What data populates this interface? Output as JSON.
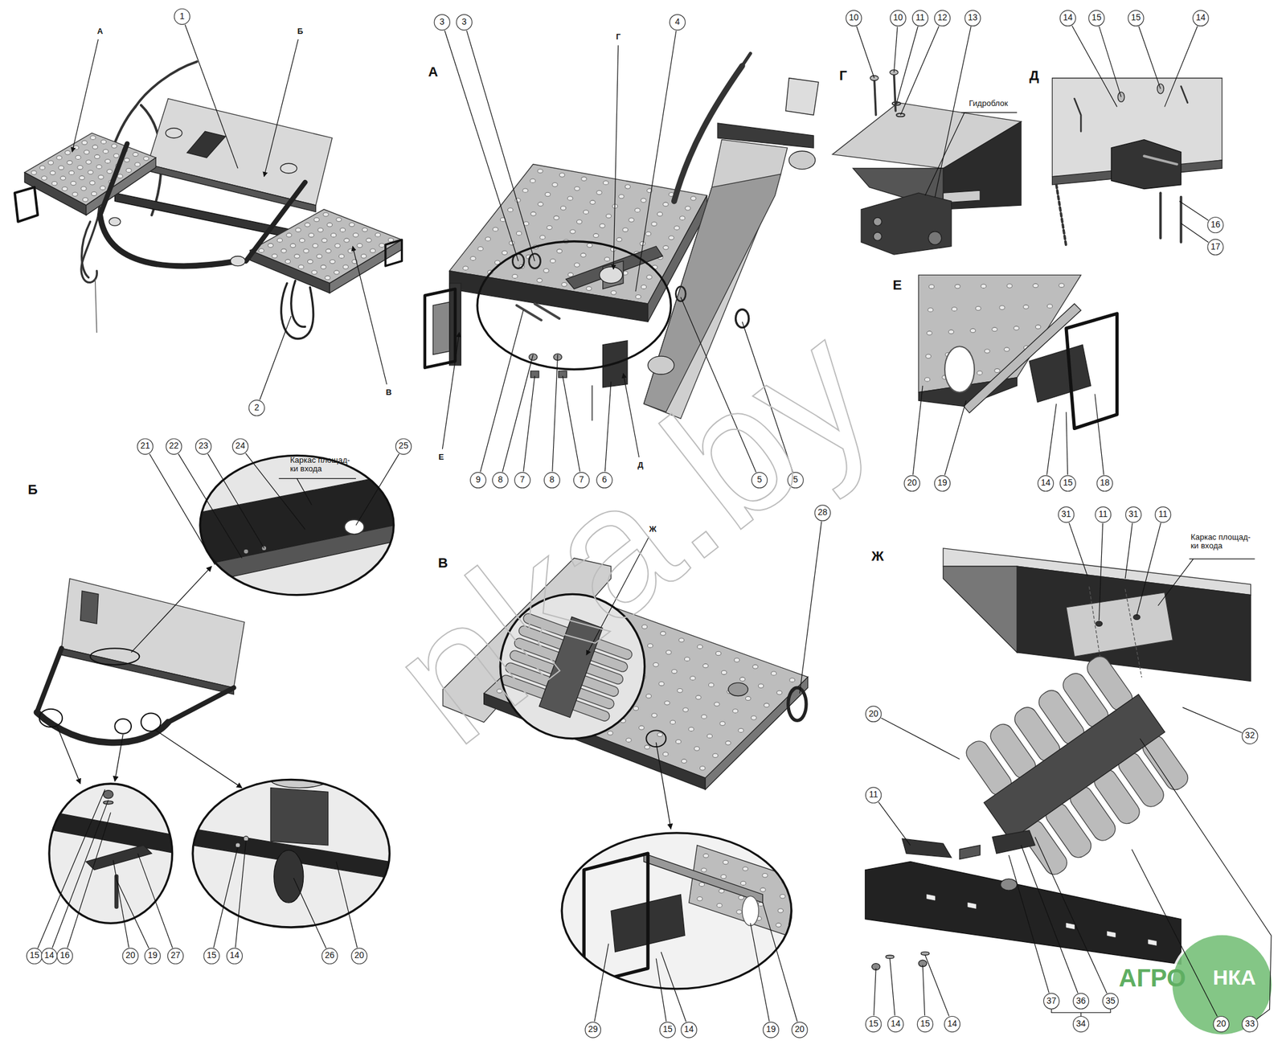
{
  "diagram": {
    "labels": [
      "А",
      "1",
      "Б",
      "2",
      "В",
      "А",
      "3",
      "3",
      "Г",
      "4",
      "Е",
      "9",
      "8",
      "7",
      "8",
      "7",
      "6",
      "Д",
      "5",
      "5",
      "Г",
      "10",
      "10",
      "11",
      "12",
      "13",
      "Гидроблок",
      "Д",
      "14",
      "15",
      "15",
      "14",
      "16",
      "17",
      "Е",
      "20",
      "19",
      "14",
      "15",
      "18",
      "Б",
      "21",
      "22",
      "23",
      "24",
      "Каркас площад- ки входа",
      "25",
      "15",
      "14",
      "16",
      "20",
      "19",
      "27",
      "15",
      "14",
      "26",
      "20",
      "В",
      "Ж",
      "28",
      "29",
      "15",
      "14",
      "19",
      "20",
      "Ж",
      "31",
      "11",
      "31",
      "11",
      "Каркас площад- ки входа",
      "32",
      "20",
      "11",
      "15",
      "14",
      "15",
      "14",
      "37",
      "36",
      "35",
      "34",
      "20",
      "33",
      "nka.by",
      "АГРО",
      "НКА"
    ]
  }
}
